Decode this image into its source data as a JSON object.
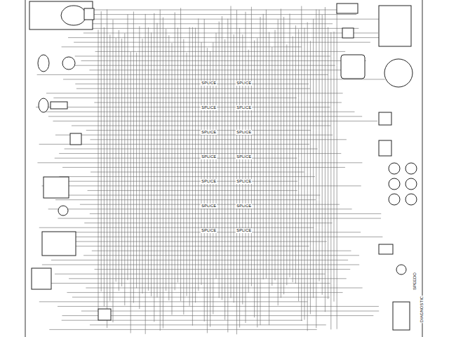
{
  "diagram": {
    "labels": [
      "SPLICE",
      "SPLICE",
      "SPLICE",
      "SPLICE",
      "SPLICE",
      "SPLICE",
      "SPLICE",
      "SPLICE",
      "SPLICE",
      "SPLICE",
      "SPLICE",
      "SPLICE",
      "SPLICE",
      "SPLICE",
      "SPEEDO",
      "DIAGNOSTIC"
    ]
  }
}
